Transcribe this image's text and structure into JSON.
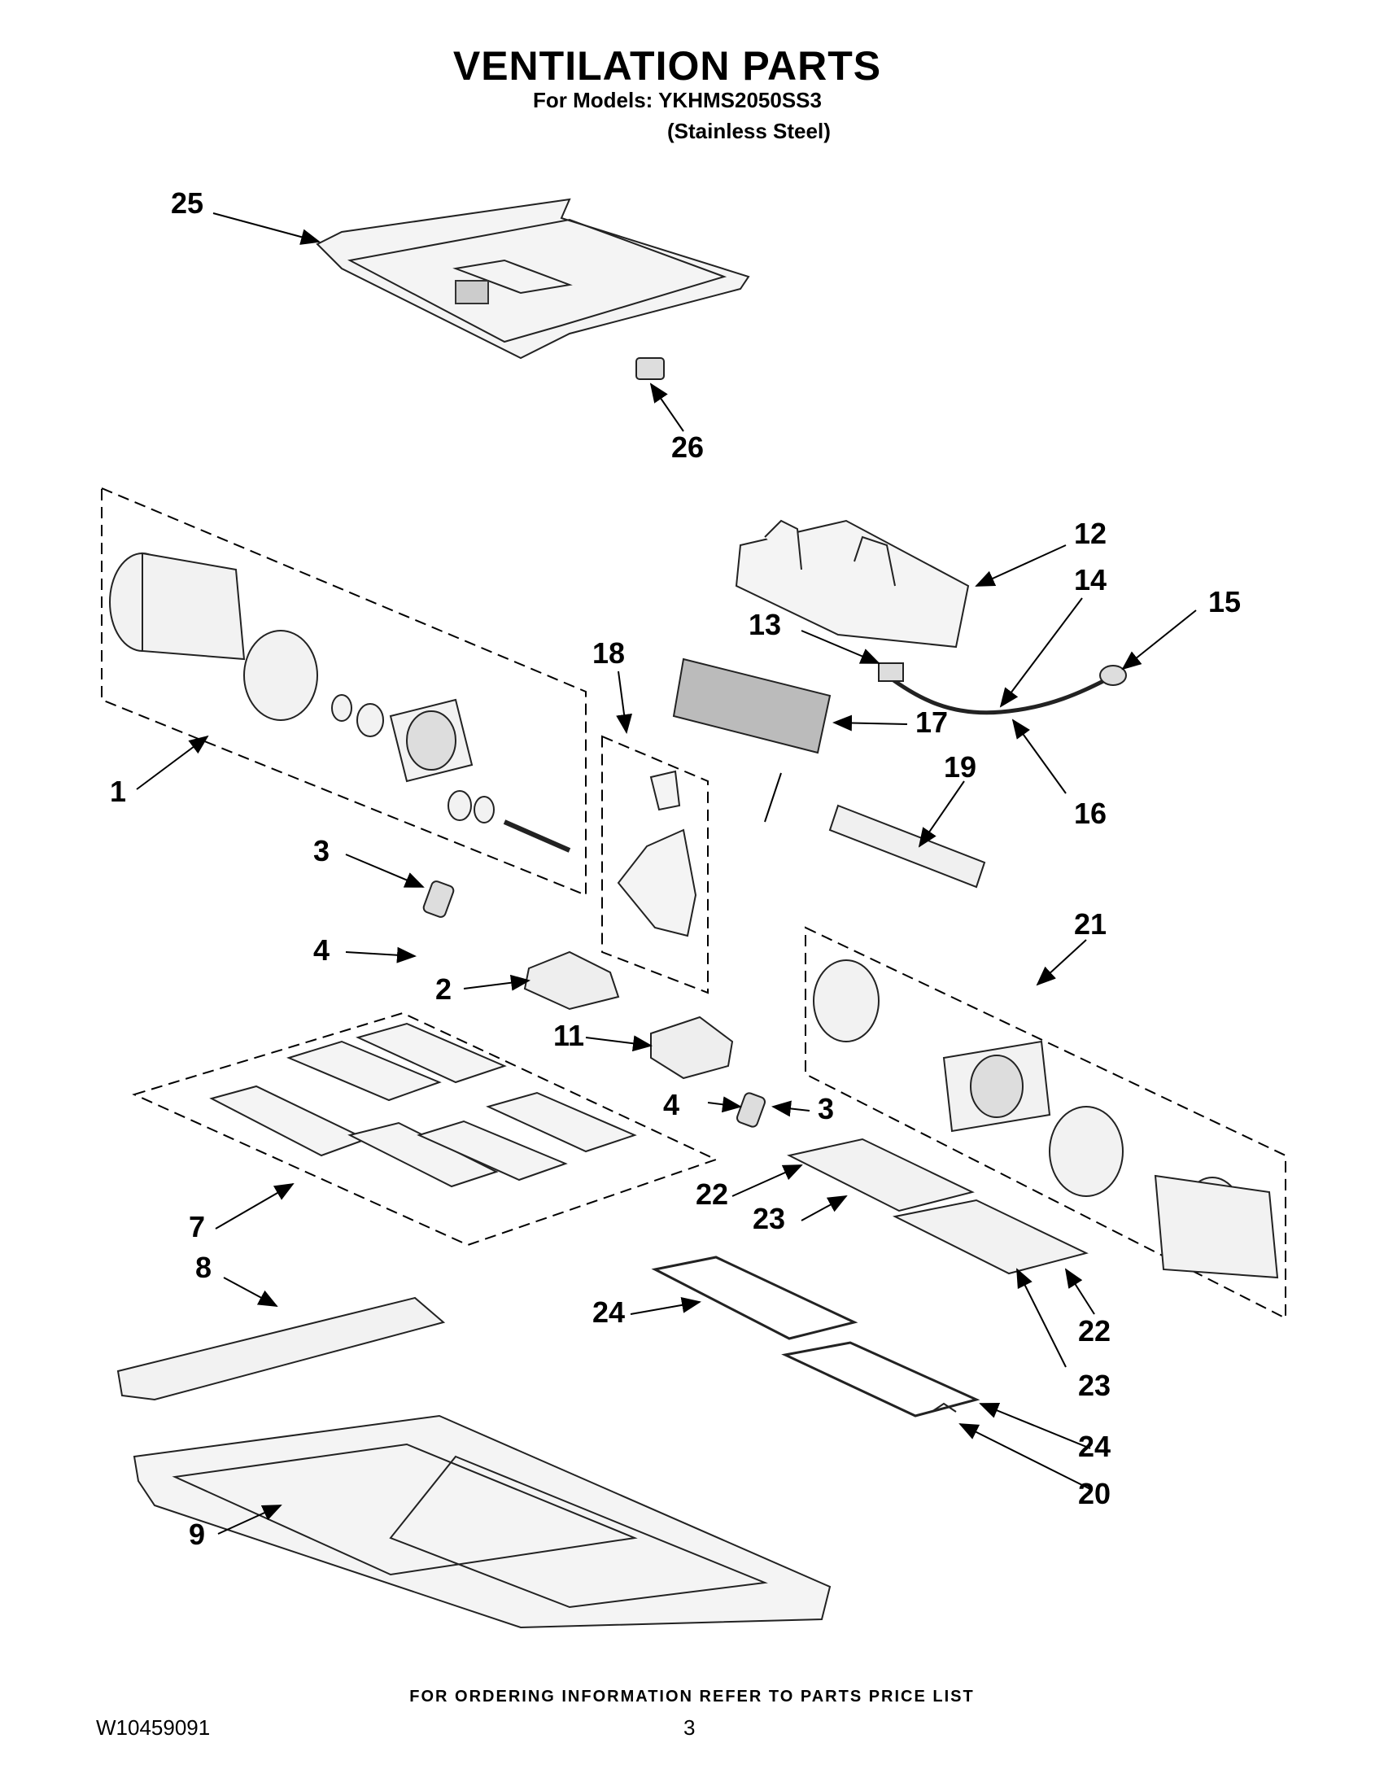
{
  "header": {
    "title": "VENTILATION PARTS",
    "models_line": "For Models: YKHMS2050SS3",
    "finish_line": "(Stainless Steel)"
  },
  "callouts": [
    "25",
    "26",
    "12",
    "14",
    "15",
    "13",
    "17",
    "16",
    "18",
    "19",
    "1",
    "3",
    "4",
    "2",
    "21",
    "11",
    "4",
    "3",
    "7",
    "22",
    "23",
    "8",
    "24",
    "22",
    "23",
    "24",
    "20",
    "9"
  ],
  "footer": {
    "note": "FOR ORDERING INFORMATION REFER TO PARTS PRICE LIST",
    "doc_number": "W10459091",
    "page_number": "3"
  }
}
